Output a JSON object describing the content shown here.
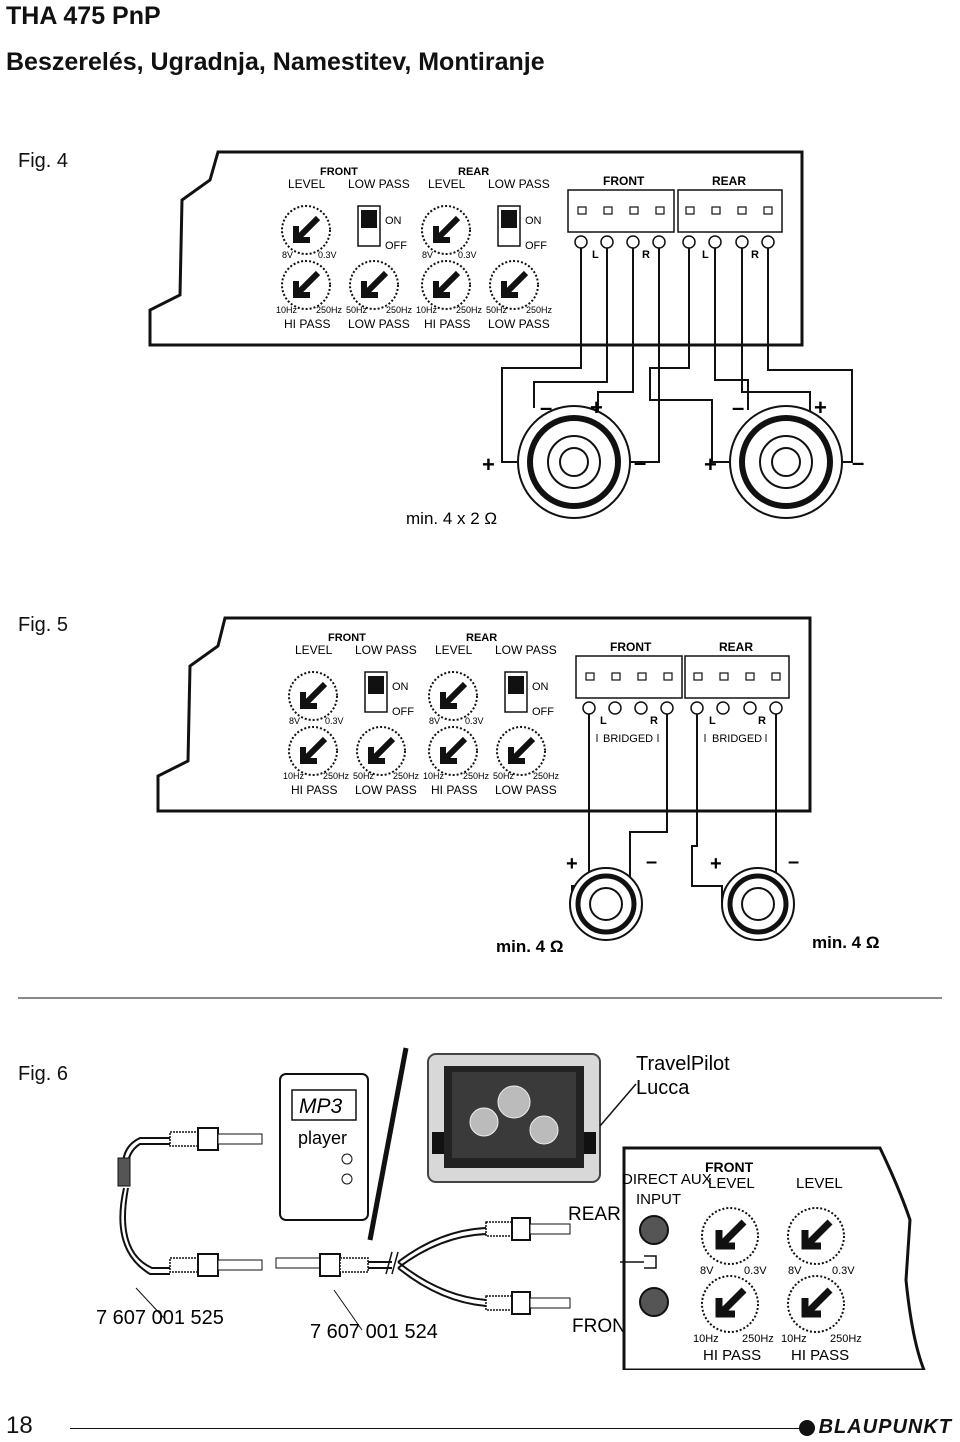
{
  "header": {
    "model": "THA 475 PnP",
    "subtitle": "Beszerelés, Ugradnja, Namestitev, Montiranje"
  },
  "fig4": {
    "label": "Fig. 4",
    "front": "FRONT",
    "rear": "REAR",
    "level": "LEVEL",
    "low_pass": "LOW PASS",
    "hi_pass": "HI PASS",
    "on": "ON",
    "off": "OFF",
    "v_max": "8V",
    "v_min": "0.3V",
    "f10": "10Hz",
    "f250": "250Hz",
    "f50": "50Hz",
    "l": "L",
    "r": "R",
    "plus": "+",
    "minus": "–",
    "caption": "min. 4 x 2 Ω"
  },
  "fig5": {
    "label": "Fig. 5",
    "bridged": "BRIDGED",
    "caption_left": "min. 4 Ω",
    "caption_right": "min. 4 Ω"
  },
  "fig6": {
    "label": "Fig. 6",
    "mp3": "MP3",
    "player": "player",
    "device_name_1": "TravelPilot",
    "device_name_2": "Lucca",
    "direct_aux_1": "DIRECT AUX",
    "direct_aux_2": "INPUT",
    "rear": "REAR",
    "front": "FRONT",
    "front_caps": "FRONT",
    "level": "LEVEL",
    "part_1": "7 607 001 525",
    "part_2": "7 607 001 524"
  },
  "footer": {
    "page_number": "18",
    "brand": "BLAUPUNKT"
  }
}
